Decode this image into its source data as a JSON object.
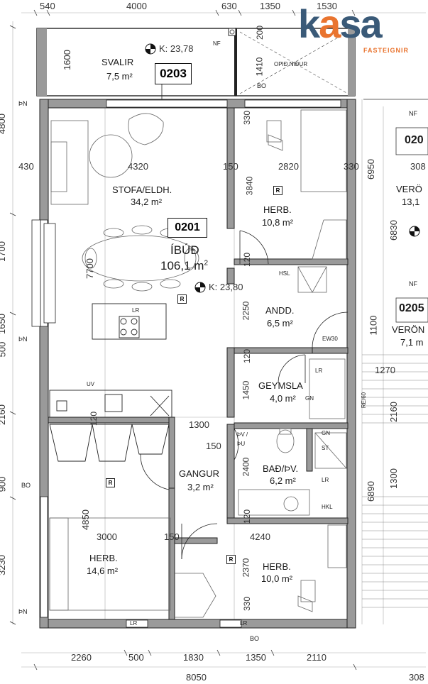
{
  "brand": {
    "name_part1": "k",
    "name_part2": "a",
    "name_part3": "sa",
    "subtitle": "FASTEIGNIR",
    "color_main": "#3a5a78",
    "color_accent": "#e9742f"
  },
  "unit": {
    "number": "0201",
    "label": "ÍBÚÐ",
    "area": "106,1 m",
    "area_sup": "2",
    "elevation": "K: 23,80"
  },
  "balcony": {
    "name": "SVALIR",
    "area": "7,5 m²",
    "unit": "0203",
    "elevation": "K: 23,78",
    "corner_label": "NF",
    "opening_label": "OPIÐ NIÐUR"
  },
  "rooms": {
    "living": {
      "name": "STOFA/ELDH.",
      "area": "34,2 m²"
    },
    "bedroom_ne": {
      "name": "HERB.",
      "area": "10,8 m²"
    },
    "hall": {
      "name": "ANDD.",
      "area": "6,5 m²"
    },
    "storage": {
      "name": "GEYMSLA",
      "area": "4,0 m²"
    },
    "bath": {
      "name": "BAÐ/ÞV.",
      "area": "6,2 m²"
    },
    "corridor": {
      "name": "GANGUR",
      "area": "3,2 m²"
    },
    "bedroom_sw": {
      "name": "HERB.",
      "area": "14,6 m²"
    },
    "bedroom_se": {
      "name": "HERB.",
      "area": "10,0 m²"
    }
  },
  "neighbors": {
    "n1_nf": "NF",
    "n1_unit": "020",
    "n1_name": "VERÖ",
    "n1_area": "13,1",
    "n2_nf": "NF",
    "n2_unit": "0205",
    "n2_name": "VERÖN",
    "n2_area": "7,1 m",
    "n1_dim": "308",
    "n2_dim": "308"
  },
  "fixtures": {
    "r": "R",
    "lr": "LR",
    "uv": "UV",
    "hsl": "HSL",
    "ew30": "EW30",
    "gn": "GN",
    "st": "ST",
    "hkl": "HKL",
    "bv_pu": "ÞV /",
    "bv_pu2": "ÞU",
    "re60": "RE/60",
    "bo": "BO",
    "pn": "ÞN"
  },
  "dims_top": [
    "540",
    "4000",
    "630",
    "1350",
    "1530"
  ],
  "dims_bottom": [
    "2260",
    "500",
    "1830",
    "1350",
    "2110"
  ],
  "dims_total": "8050",
  "dims_left": [
    "4800",
    "430",
    "1700",
    "1650",
    "500",
    "2160",
    "900",
    "3230"
  ],
  "dims_inner": {
    "balcony_h": "1600",
    "d200": "200",
    "d1410": "1410",
    "d330a": "330",
    "d4320": "4320",
    "d150a": "150",
    "d2820": "2820",
    "d330b": "330",
    "d6950": "6950",
    "d3840": "3840",
    "d7700": "7700",
    "d120a": "120",
    "d6830": "6830",
    "d2250": "2250",
    "d1100": "1100",
    "d120b": "120",
    "d1270": "1270",
    "d1450": "1450",
    "d2160": "2160",
    "d120c": "120",
    "d1300a": "1300",
    "d150b": "150",
    "d2400": "2400",
    "d1300b": "1300",
    "d6890": "6890",
    "d4850": "4850",
    "d120d": "120",
    "d3000": "3000",
    "d150c": "150",
    "d4240": "4240",
    "d2370": "2370",
    "d330c": "330"
  }
}
